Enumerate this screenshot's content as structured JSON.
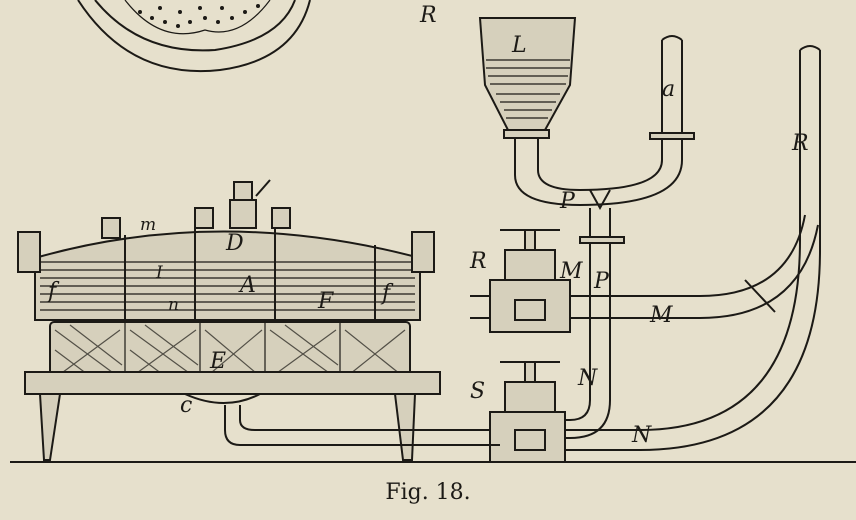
{
  "caption": "Fig. 18.",
  "labels": {
    "top_R": "R",
    "hopper_L": "L",
    "pipe_a": "a",
    "pipe_R_right": "R",
    "trap_P": "P",
    "valve_R": "R",
    "M_left": "M",
    "P_mid": "P",
    "M_pipe": "M",
    "f_left": "f",
    "m_lid": "m",
    "D_lid": "D",
    "I_panel": "I",
    "A_tank": "A",
    "n_small": "n",
    "F_label": "F",
    "f_right": "f",
    "E_grid": "E",
    "c_base": "c",
    "valve_S": "S",
    "N_vertical": "N",
    "N_bottom": "N"
  }
}
